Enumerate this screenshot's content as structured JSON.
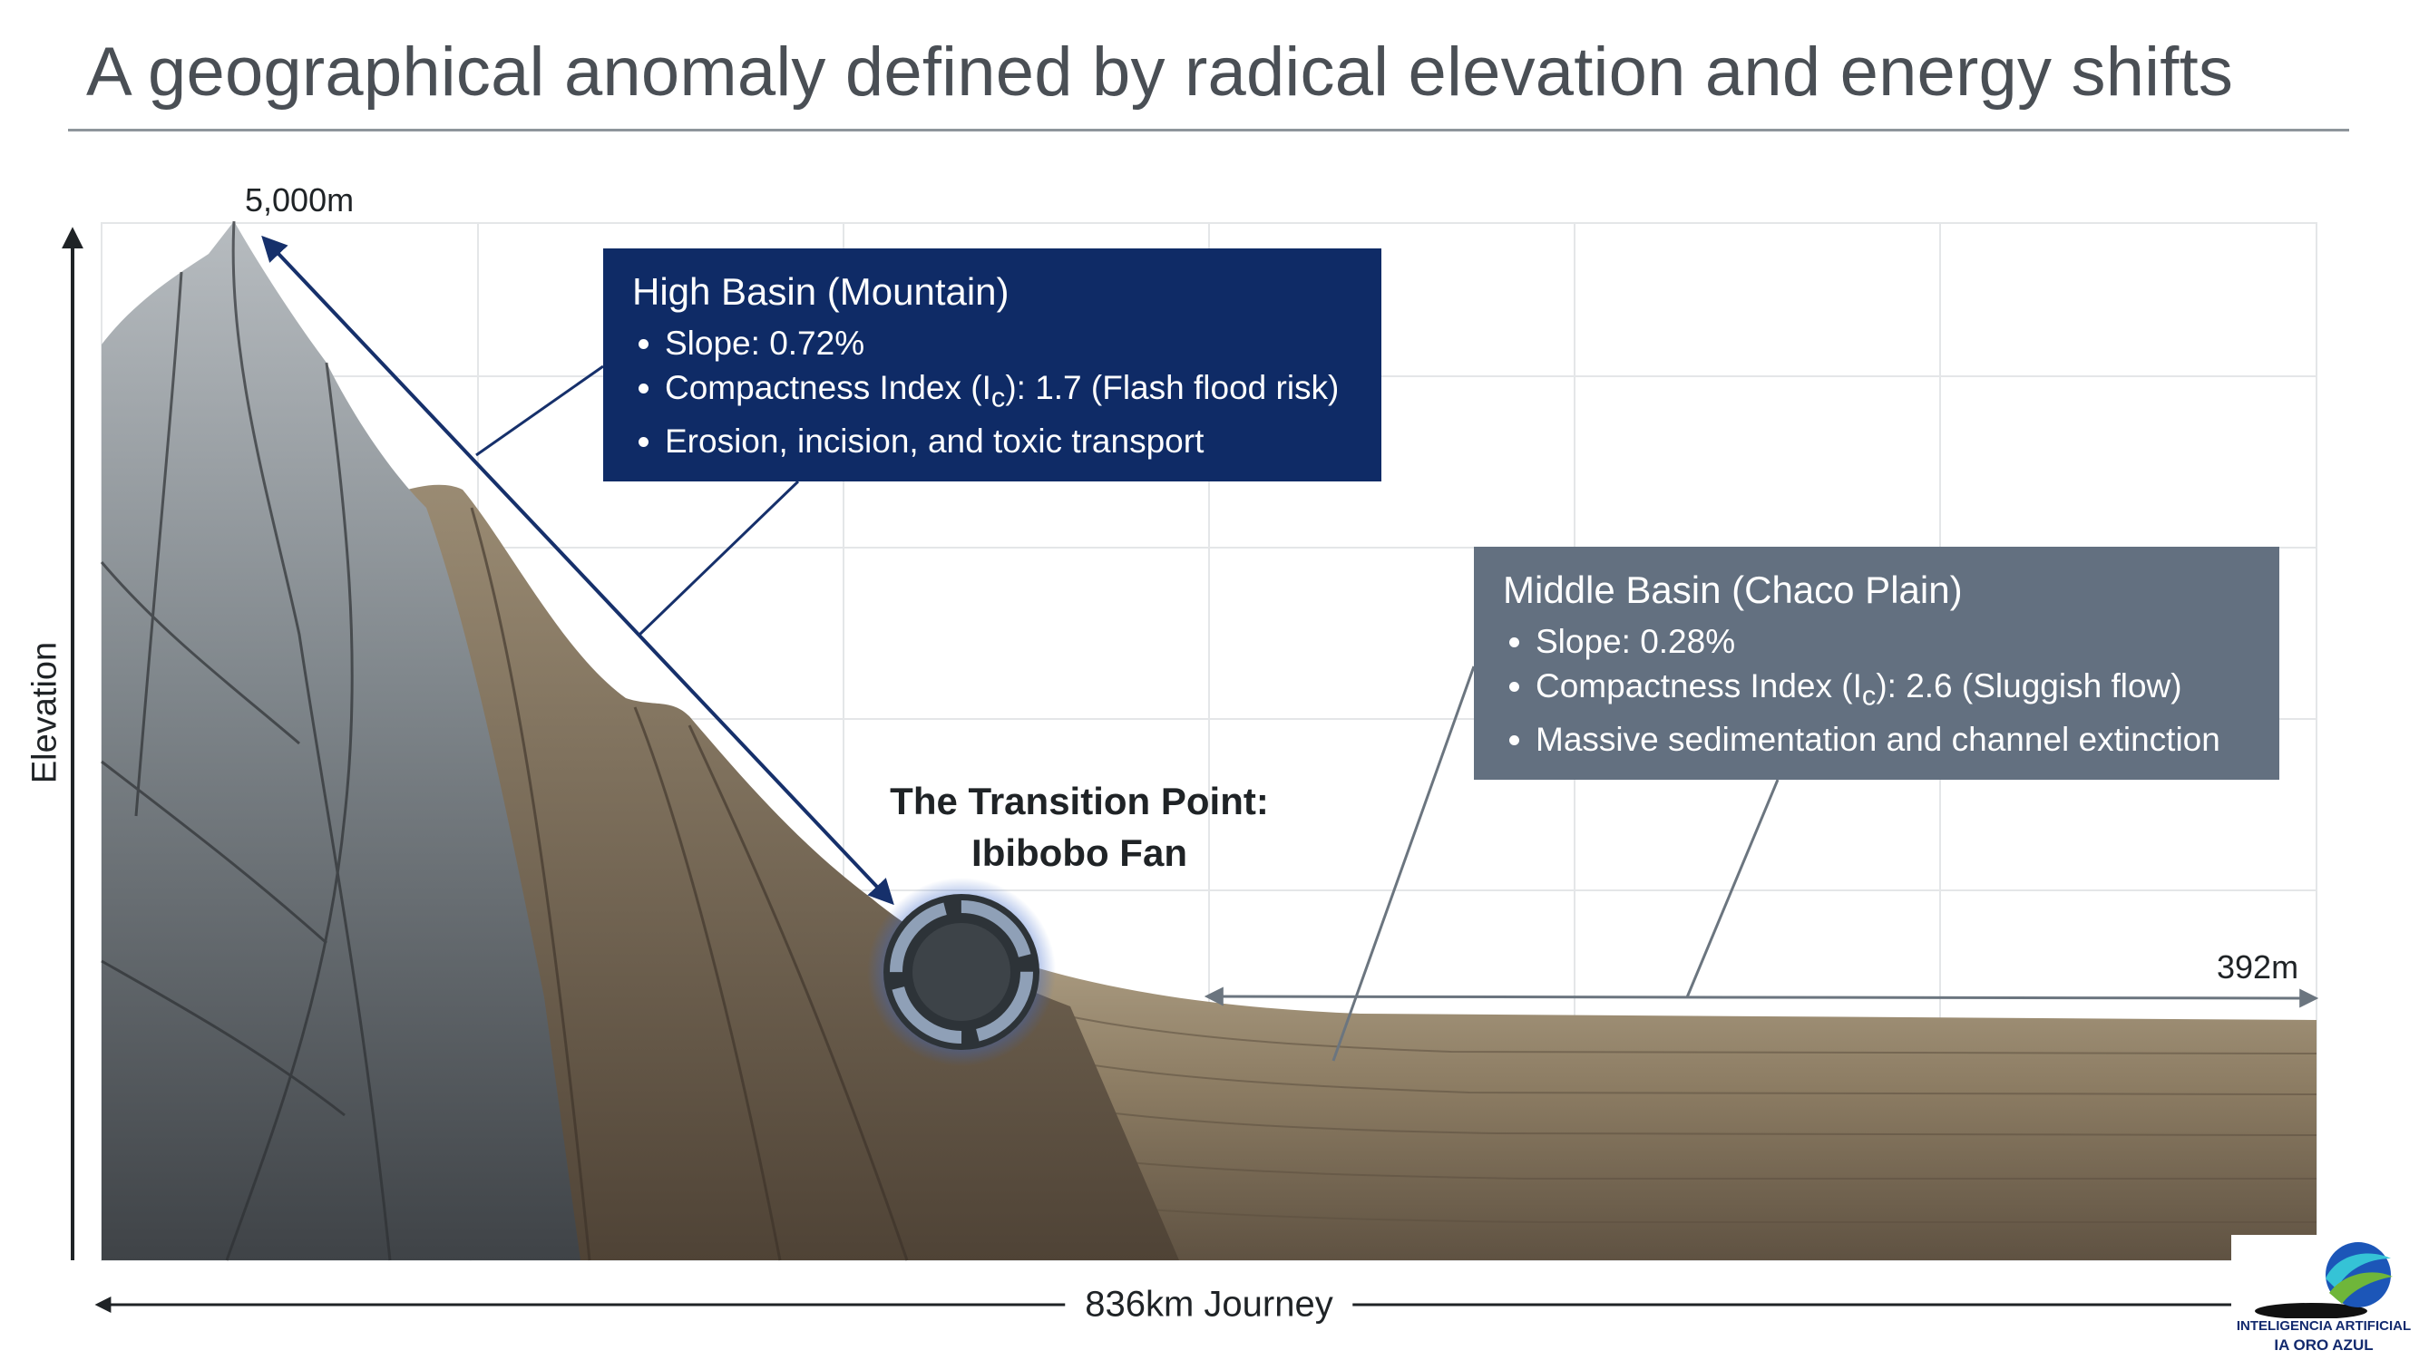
{
  "title": "A geographical anomaly defined by radical elevation and energy shifts",
  "y_axis_label": "Elevation",
  "x_axis_label": "836km Journey",
  "peak_elevation": "5,000m",
  "plain_elevation": "392m",
  "transition": {
    "line1": "The Transition Point:",
    "line2": "Ibibobo Fan",
    "icon": "target-ring-icon"
  },
  "high_basin": {
    "title": "High Basin (Mountain)",
    "slope": "Slope: 0.72%",
    "compactness_prefix": "Compactness Index (I",
    "compactness_sub": "c",
    "compactness_suffix": "): 1.7 (Flash flood risk)",
    "note": "Erosion, incision, and toxic transport",
    "color": "#0f2b66"
  },
  "middle_basin": {
    "title": "Middle Basin (Chaco Plain)",
    "slope": "Slope: 0.28%",
    "compactness_prefix": "Compactness Index (I",
    "compactness_sub": "c",
    "compactness_suffix": "): 2.6 (Sluggish flow)",
    "note": "Massive sedimentation and channel extinction",
    "color": "#637080"
  },
  "logo": {
    "line1": "INTELIGENCIA ARTIFICIAL",
    "line2": "IA ORO AZUL",
    "icon": "wave-globe-logo-icon"
  }
}
